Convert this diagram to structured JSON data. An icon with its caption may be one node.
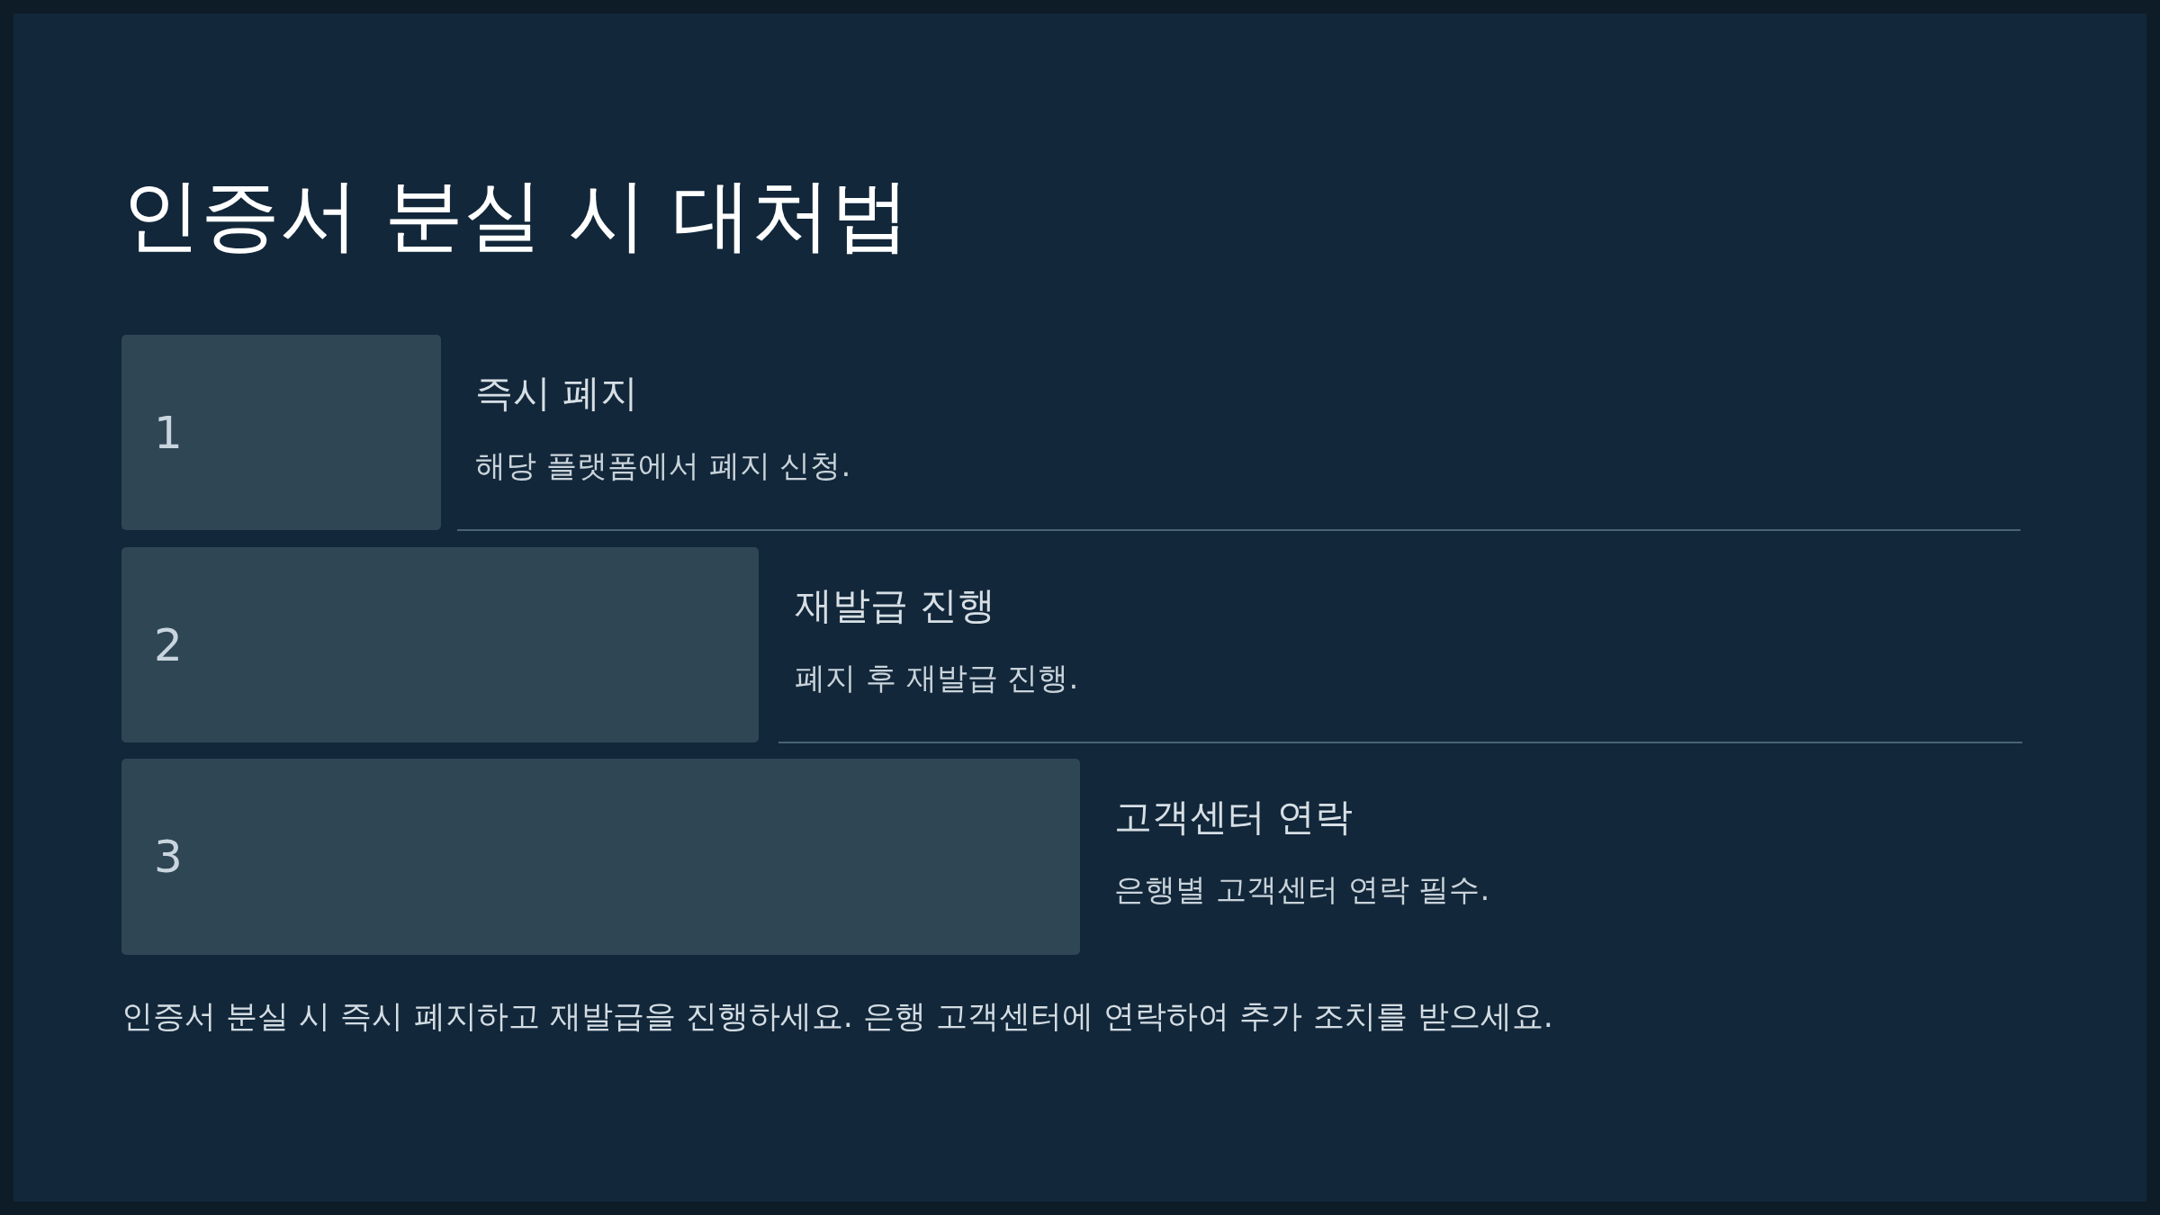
{
  "diagram": {
    "title": "인증서 분실 시 대처법",
    "nodes": [
      {
        "text": [
          "1"
        ],
        "beside": [
          "즉시 폐지",
          "해당 플랫폼에서 폐지 신청."
        ]
      },
      {
        "text": [
          "2"
        ],
        "beside": [
          "재발급 진행",
          "폐지 후 재발급 진행."
        ]
      },
      {
        "text": [
          "3"
        ],
        "beside": [
          "고객센터 연락",
          "은행별 고객센터 연락 필수."
        ]
      }
    ],
    "caption": "인증서 분실 시 즉시 폐지하고 재발급을 진행하세요. 은행 고객센터에 연락하여 추가 조치를 받으세요."
  }
}
